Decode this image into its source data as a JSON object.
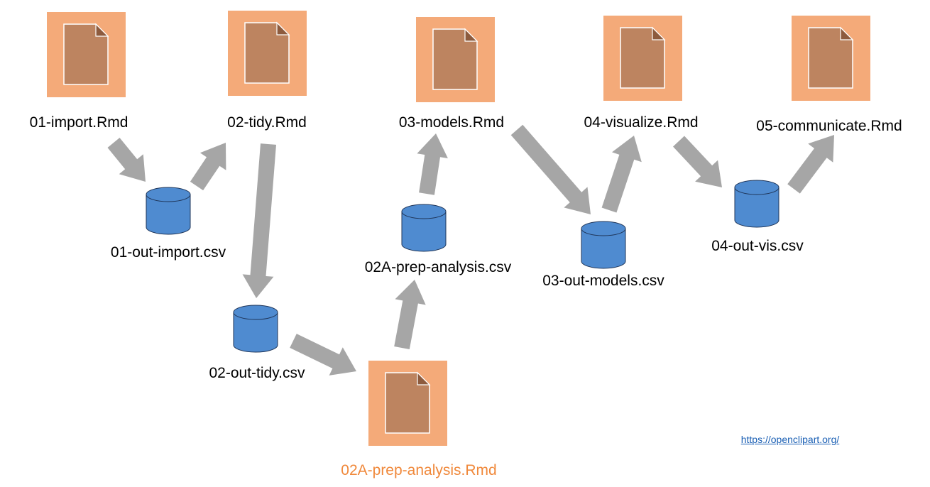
{
  "colors": {
    "doc_tile": "#f4aa79",
    "doc_page": "#bd8460",
    "doc_page_fold": "#8d5b3e",
    "cylinder": "#4f8bd0",
    "cylinder_stroke": "#1f3558",
    "arrow": "#a6a6a6",
    "accent_label": "#f0883a",
    "link": "#1a5fb4"
  },
  "documents": [
    {
      "id": "import",
      "label": "01-import.Rmd",
      "icon": "document-icon"
    },
    {
      "id": "tidy",
      "label": "02-tidy.Rmd",
      "icon": "document-icon"
    },
    {
      "id": "models",
      "label": "03-models.Rmd",
      "icon": "document-icon"
    },
    {
      "id": "visualize",
      "label": "04-visualize.Rmd",
      "icon": "document-icon"
    },
    {
      "id": "communicate",
      "label": "05-communicate.Rmd",
      "icon": "document-icon"
    },
    {
      "id": "prep",
      "label": "02A-prep-analysis.Rmd",
      "icon": "document-icon",
      "highlight": true
    }
  ],
  "datastores": [
    {
      "id": "out-import",
      "label": "01-out-import.csv",
      "icon": "database-icon"
    },
    {
      "id": "out-tidy",
      "label": "02-out-tidy.csv",
      "icon": "database-icon"
    },
    {
      "id": "prep-csv",
      "label": "02A-prep-analysis.csv",
      "icon": "database-icon"
    },
    {
      "id": "out-models",
      "label": "03-out-models.csv",
      "icon": "database-icon"
    },
    {
      "id": "out-vis",
      "label": "04-out-vis.csv",
      "icon": "database-icon"
    }
  ],
  "flows": [
    {
      "from": "import",
      "to": "out-import"
    },
    {
      "from": "out-import",
      "to": "tidy"
    },
    {
      "from": "tidy",
      "to": "out-tidy"
    },
    {
      "from": "out-tidy",
      "to": "prep"
    },
    {
      "from": "prep",
      "to": "prep-csv"
    },
    {
      "from": "prep-csv",
      "to": "models"
    },
    {
      "from": "models",
      "to": "out-models"
    },
    {
      "from": "out-models",
      "to": "visualize"
    },
    {
      "from": "visualize",
      "to": "out-vis"
    },
    {
      "from": "out-vis",
      "to": "communicate"
    }
  ],
  "credit": {
    "text": "https://openclipart.org/"
  }
}
